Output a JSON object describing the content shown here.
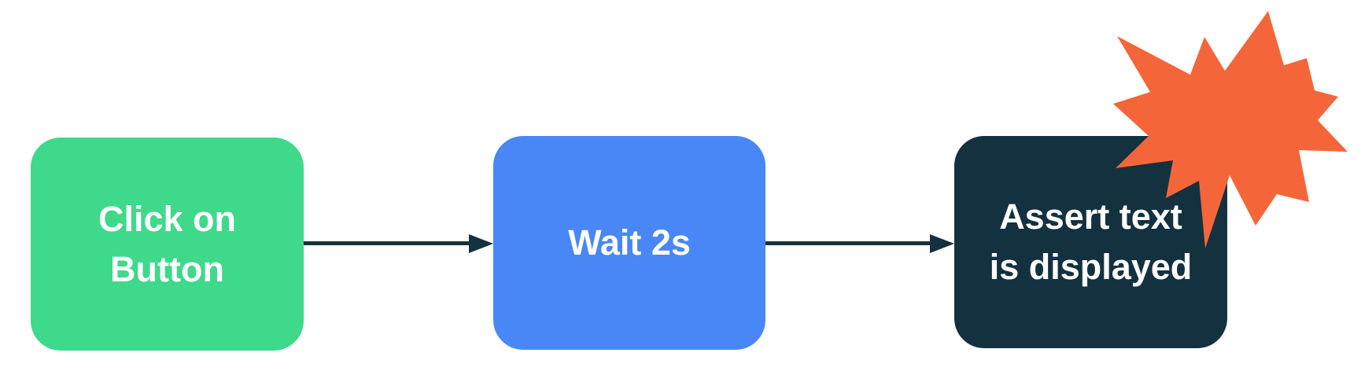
{
  "colors": {
    "background": "#ffffff",
    "green": "#3ED98A",
    "blue": "#4887F5",
    "navy": "#14313F",
    "arrow": "#14313F",
    "star": "#F4663A",
    "text": "#ffffff"
  },
  "nodes": [
    {
      "id": "click-on-button",
      "label": "Click on Button",
      "lines": [
        "Click on",
        "Button"
      ]
    },
    {
      "id": "wait-2s",
      "label": "Wait 2s",
      "lines": [
        "Wait 2s"
      ]
    },
    {
      "id": "assert-text-is-displayed",
      "label": "Assert text is displayed",
      "lines": [
        "Assert text",
        "is displayed"
      ]
    }
  ],
  "connectors": [
    {
      "from": "click-on-button",
      "to": "wait-2s"
    },
    {
      "from": "wait-2s",
      "to": "assert-text-is-displayed"
    }
  ],
  "icons": [
    {
      "name": "starburst-icon",
      "meaning": "explosion highlight on assert step"
    }
  ]
}
